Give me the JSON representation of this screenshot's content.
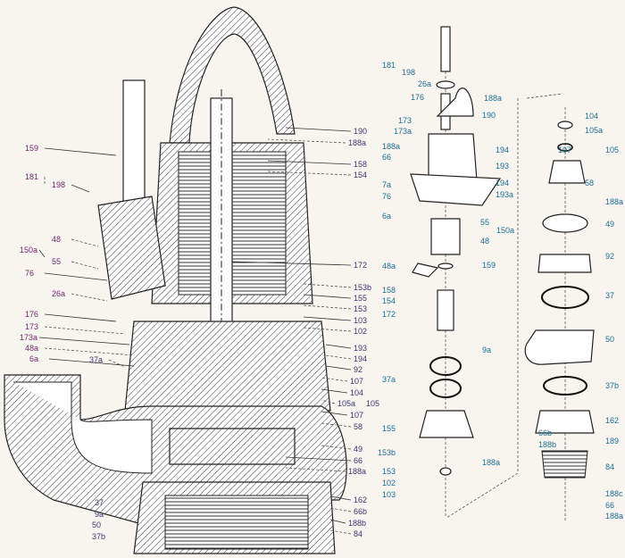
{
  "colors": {
    "background": "#f8f4ef",
    "label_main": "#3a3a6a",
    "label_left": "#6a2c6a",
    "label_exploded": "#1f6f8f"
  },
  "section_view": {
    "left_labels": [
      "159",
      "181",
      "198",
      "48",
      "150a",
      "55",
      "76",
      "26a",
      "176",
      "173",
      "173a",
      "48a",
      "6a",
      "37a"
    ],
    "right_labels": [
      "190",
      "188a",
      "158",
      "154",
      "172",
      "153b",
      "155",
      "153",
      "103",
      "102",
      "193",
      "194",
      "92",
      "107",
      "104",
      "105a",
      "107",
      "58",
      "105",
      "49",
      "66",
      "188a",
      "162",
      "66b",
      "188b",
      "84"
    ],
    "bottom_labels": [
      "37",
      "9a",
      "50",
      "37b"
    ]
  },
  "exploded_view": {
    "upper_labels": [
      "181",
      "198",
      "26a",
      "176",
      "188a",
      "190",
      "173",
      "173a",
      "188a",
      "66",
      "194",
      "193",
      "194",
      "193a",
      "7a",
      "76",
      "6a",
      "55",
      "150a",
      "48"
    ],
    "middle_labels": [
      "48a",
      "159",
      "158",
      "154",
      "172",
      "9a",
      "37a",
      "155",
      "153b",
      "188a",
      "153",
      "102",
      "103"
    ],
    "right_labels": [
      "104",
      "105a",
      "107",
      "105",
      "58",
      "188a",
      "49",
      "92",
      "37",
      "50",
      "37b",
      "162",
      "66b",
      "188b",
      "189",
      "84",
      "188c",
      "66",
      "188a"
    ]
  }
}
